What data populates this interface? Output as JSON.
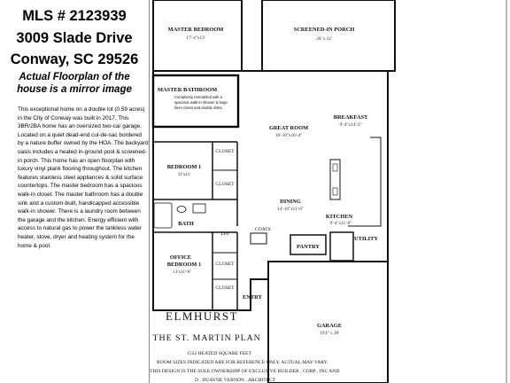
{
  "listing": {
    "mls": "MLS # 2123939",
    "address": "3009 Slade Drive",
    "city": "Conway, SC 29526",
    "note_line1": "Actual Floorplan of the",
    "note_line2": "house is a mirror image",
    "description": "This exceptional home on a double lot (0.59 acres) in the City of Conway was built in 2017. This 3BR/2BA home has an oversized two-car garage. Located on a quiet dead-end cul-de-sac bordered by a nature buffer owned by the HOA. The backyard oasis includes a heated in-ground pool & screened-in porch. This home has an open floorplan with luxury vinyl plank flooring throughout. The kitchen features stainless steel appliances & solid surface countertops. The master bedroom has a spacious walk-in closet. The master bathroom has a double sink and a custom-built, handicapped accessible walk-in shower. There is a laundry room between the garage and the kitchen. Energy efficient with access to natural gas to power the tankless water heater, stove, dryer and heating system for the home & pool."
  },
  "rooms": {
    "master_bedroom": {
      "name": "MASTER BEDROOM",
      "dims": "17'-4\"x13'"
    },
    "screened_porch": {
      "name": "SCREENED-IN PORCH",
      "dims": "20' x 12'"
    },
    "master_bathroom": {
      "name": "MASTER BATHROOM",
      "note1": "Completely remodeled with a",
      "note2": "spacious walk-in shower & large",
      "note3": "linen closet and double sinks."
    },
    "great_room": {
      "name": "GREAT ROOM",
      "dims": "16'-10\"x16'-4\""
    },
    "breakfast": {
      "name": "BREAKFAST",
      "dims": "9'-4\"x14'-2\""
    },
    "bedroom1": {
      "name": "BEDROOM 1",
      "dims": "11'x11'"
    },
    "closet_a": "CLOSET",
    "closet_b": "CLOSET",
    "closet_c": "CLOSET",
    "closet_d": "CLOSET",
    "bath": "BATH",
    "lin": "LIN",
    "office": {
      "name1": "OFFICE",
      "name2": "BEDROOM 1",
      "dims": "11'x11'-6\""
    },
    "dining": {
      "name": "DINING",
      "dims": "14'-10\"x11'-6\""
    },
    "kitchen": {
      "name": "KITCHEN",
      "dims": "9'-4\"x11'-6\""
    },
    "coats": "COATS",
    "pantry": "PANTRY",
    "utility": "UTILITY",
    "entry": "ENTRY",
    "garage": {
      "name": "GARAGE",
      "dims": "19'4\" x 28'"
    }
  },
  "titleblock": {
    "name": "ELMHURST",
    "plan": "- THE  ST. MARTIN PLAN",
    "sqft": "1552 HEATED SQUARE FEET",
    "line1": "ROOM SIZES INDICATED ARE FOR REFERENCE ONLY.  ACTUAL MAY VARY.",
    "line2": "THIS DESIGN IS THE SOLE OWNERSHIP OF EXCLUSIVE BUILDER , CORP , INC AND",
    "line3": "D . DUAYNE VERNON , ARCHITECT"
  }
}
